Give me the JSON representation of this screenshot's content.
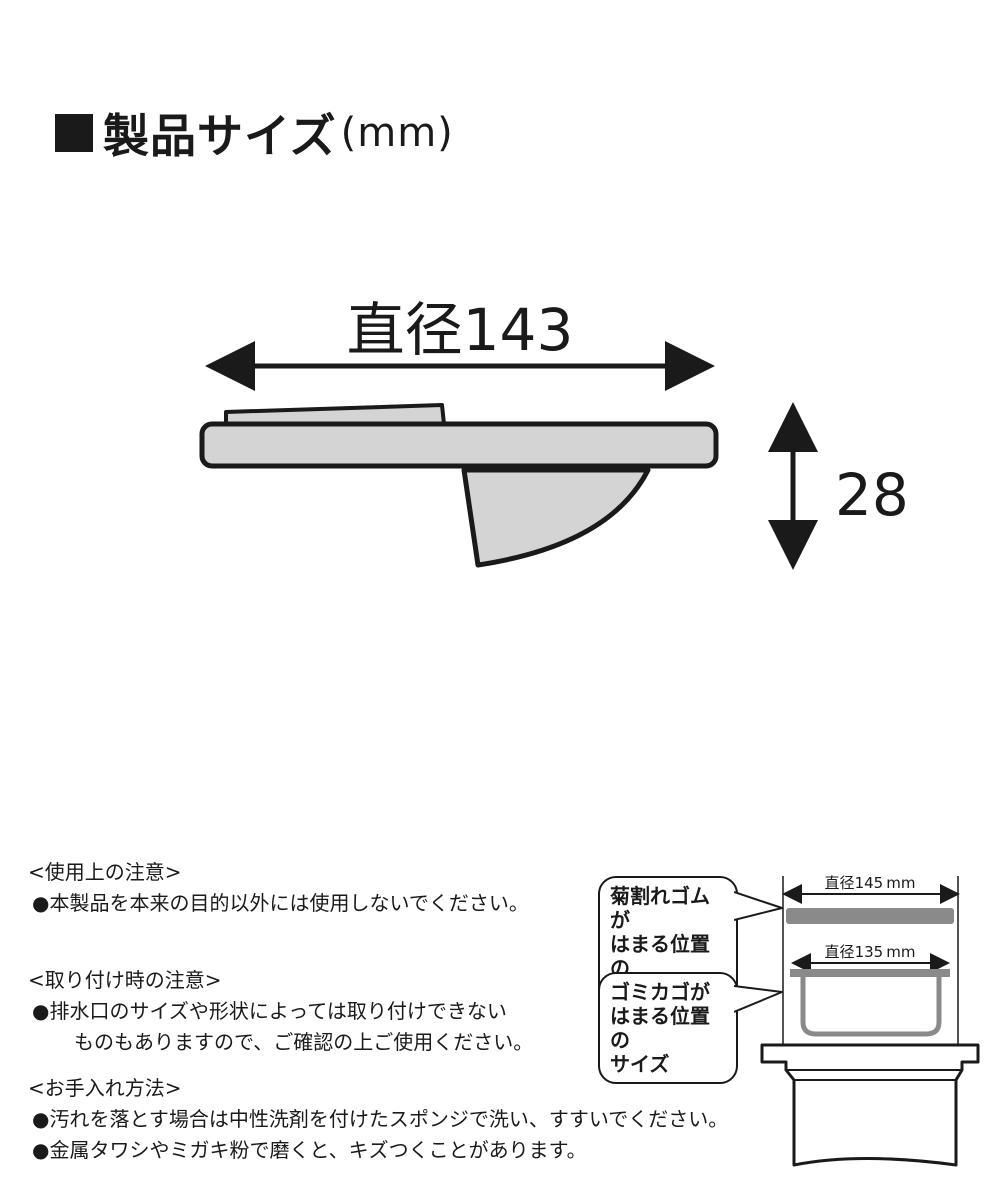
{
  "title": {
    "text": "製品サイズ",
    "unit": "(mm)"
  },
  "product_dims": {
    "diameter_label": "直径143",
    "height_label": "28"
  },
  "notes": {
    "usage": {
      "heading": "<使用上の注意>",
      "items": [
        "●本製品を本来の目的以外には使用しないでください。"
      ]
    },
    "install": {
      "heading": "<取り付け時の注意>",
      "items": [
        "●排水口のサイズや形状によっては取り付けできない"
      ],
      "continuation": "ものもありますので、ご確認の上ご使用ください。"
    },
    "care": {
      "heading": "<お手入れ方法>",
      "items": [
        "●汚れを落とす場合は中性洗剤を付けたスポンジで洗い、すすいでください。",
        "●金属タワシやミガキ粉で磨くと、キズつくことがあります。"
      ]
    }
  },
  "drain_diagram": {
    "bubble1": "菊割れゴムが\nはまる位置の\nサイズ",
    "bubble2": "ゴミカゴが\nはまる位置の\nサイズ",
    "dim1": {
      "prefix": "直径",
      "value": "145",
      "unit": "mm"
    },
    "dim2": {
      "prefix": "直径",
      "value": "135",
      "unit": "mm"
    }
  }
}
